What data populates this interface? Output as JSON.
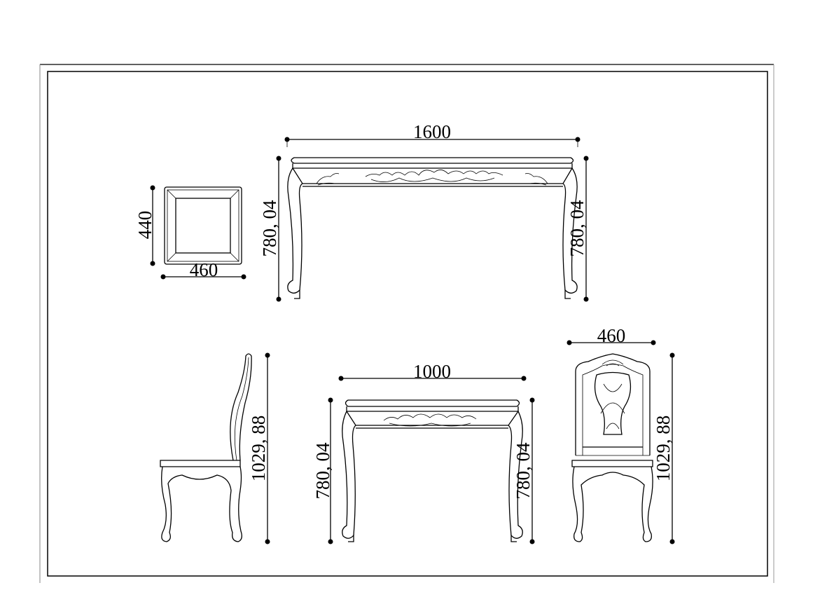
{
  "dimensions": {
    "dining_table_length": "1600",
    "dining_table_height_left": "780, 04",
    "dining_table_height_right": "780, 04",
    "stool_depth": "440",
    "stool_width": "460",
    "side_chair_height": "1029, 88",
    "small_table_length": "1000",
    "small_table_height_left": "780, 04",
    "small_table_height_right": "780, 04",
    "front_chair_width": "460",
    "front_chair_height": "1029, 88"
  }
}
